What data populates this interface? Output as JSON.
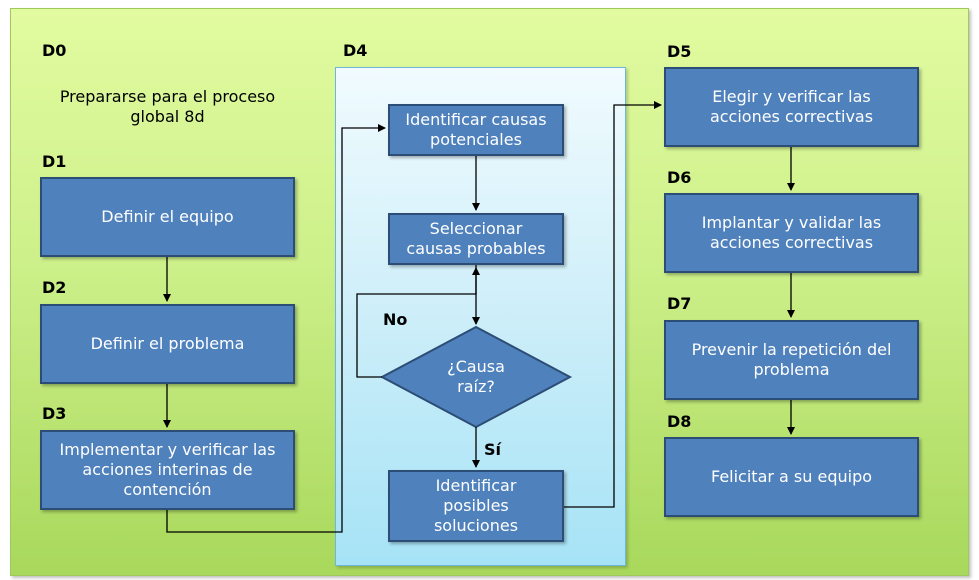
{
  "labels": {
    "d0": "D0",
    "d1": "D1",
    "d2": "D2",
    "d3": "D3",
    "d4": "D4",
    "d5": "D5",
    "d6": "D6",
    "d7": "D7",
    "d8": "D8"
  },
  "d0_text": "Prepararse para el proceso\nglobal 8d",
  "steps": {
    "d1": "Definir el equipo",
    "d2": "Definir el problema",
    "d3": "Implementar y verificar las\nacciones interinas de\ncontención",
    "d4_identify": "Identificar causas\npotenciales",
    "d4_select": "Seleccionar\ncausas probables",
    "d4_decision": "¿Causa\nraíz?",
    "d4_solutions": "Identificar\nposibles\nsoluciones",
    "d5": "Elegir y verificar las\nacciones correctivas",
    "d6": "Implantar y validar las\nacciones correctivas",
    "d7": "Prevenir la repetición del\nproblema",
    "d8": "Felicitar a su equipo"
  },
  "branches": {
    "no": "No",
    "yes": "Sí"
  },
  "colors": {
    "box_fill": "#4f81bd",
    "box_border": "#2c4d75",
    "background": "#cdf08a",
    "panel": "#cdeef9"
  }
}
